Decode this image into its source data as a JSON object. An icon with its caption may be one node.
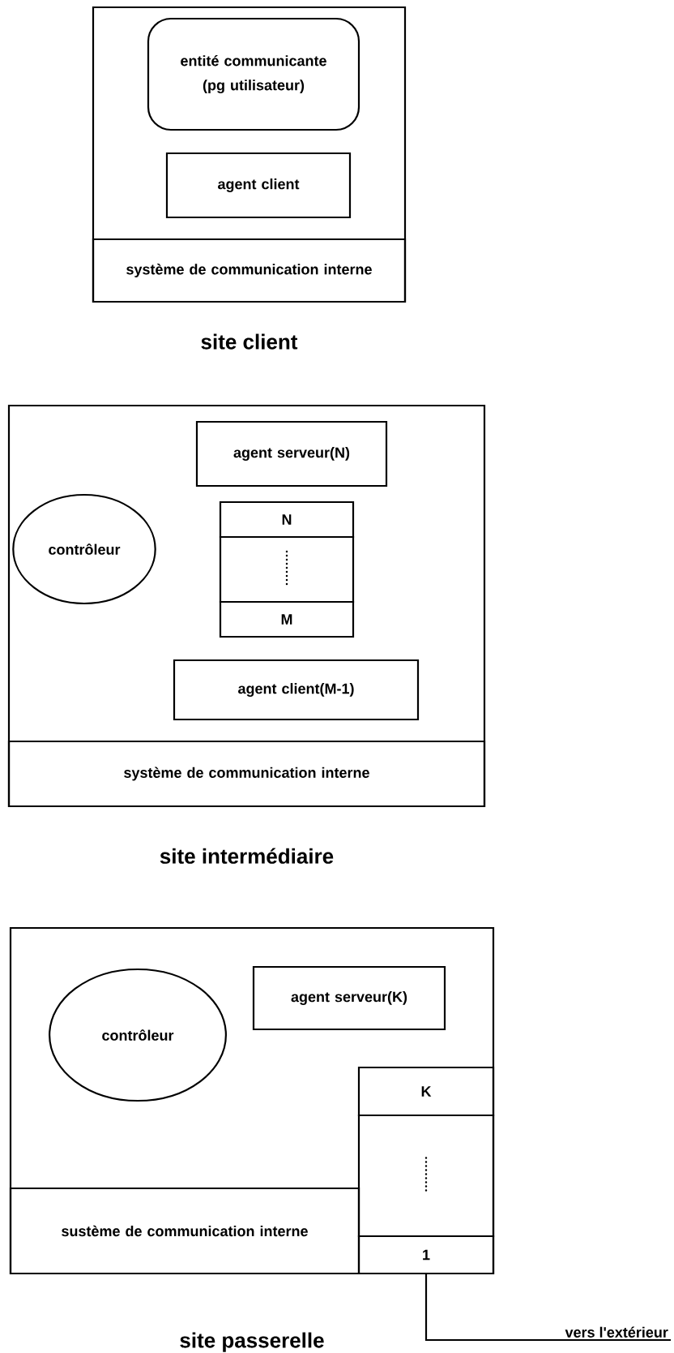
{
  "diagram": {
    "nodes": [
      {
        "text": [
          "site client"
        ]
      },
      {
        "text": [
          "entité communicante (pg utilisateur)"
        ],
        "in": 0
      },
      {
        "text": [
          "agent client"
        ],
        "in": 0
      },
      {
        "text": [
          "système de communication interne"
        ],
        "in": 0
      },
      {
        "text": [
          "site intermédiaire"
        ]
      },
      {
        "text": [
          "agent serveur(N)"
        ],
        "in": 4
      },
      {
        "text": [
          "contrôleur"
        ],
        "in": 4
      },
      {
        "text": [
          "N"
        ],
        "in": 4
      },
      {
        "text": [],
        "shape": "box",
        "in": 4
      },
      {
        "text": [
          "M"
        ],
        "in": 4
      },
      {
        "text": [
          "agent client(M-1)"
        ],
        "in": 4
      },
      {
        "text": [
          "système de communication interne"
        ],
        "in": 4
      },
      {
        "text": [
          "site passerelle"
        ]
      },
      {
        "text": [
          "agent serveur(K)"
        ],
        "in": 12
      },
      {
        "text": [
          "contrôleur"
        ],
        "in": 12
      },
      {
        "text": [
          "sustème de communication interne"
        ],
        "in": 12
      },
      {
        "text": [
          "K"
        ],
        "in": 12
      },
      {
        "text": [],
        "shape": "box",
        "in": 12
      },
      {
        "text": [
          "1"
        ],
        "in": 12
      },
      {
        "text": [
          "vers l'extérieur"
        ]
      }
    ],
    "edges": [
      {
        "from": 18,
        "to": 19,
        "arrow": "none"
      }
    ]
  }
}
